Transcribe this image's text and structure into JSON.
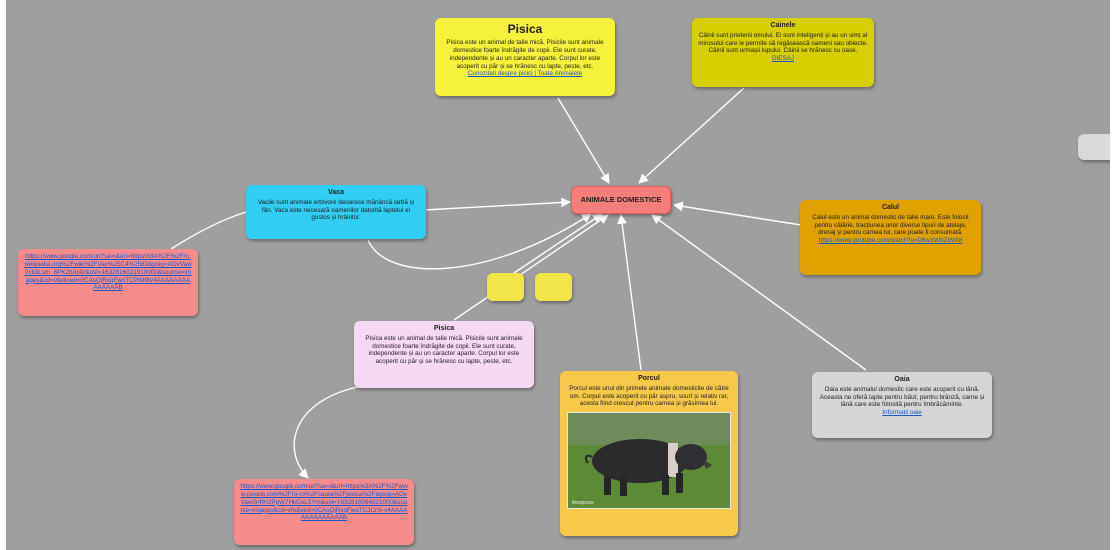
{
  "colors": {
    "canvas": "#9f9f9f",
    "pisica_top": "#f6f13a",
    "cainele": "#d8cf00",
    "vaca": "#31cdf3",
    "center": "#f47e7a",
    "calul": "#e0a200",
    "pink_link": "#f58b8b",
    "pisica_lower": "#f6d9f4",
    "porcul": "#f7c94a",
    "oaia": "#d6d6d6",
    "small_yellow": "#f1e54a"
  },
  "center": {
    "label": "ANIMALE DOMESTICE"
  },
  "pisica_top": {
    "title": "Pisica",
    "text": "Pisica este un animal de talie mică. Pisicile sunt animale domestice foarte îndrăgite de copii. Ele sunt curate, independente și au un caracter aparte. Corpul lor este acoperit cu păr și se hrănesc cu lapte, peste, etc.",
    "link": "Curiozitati despre pisici | Toate Animalele"
  },
  "cainele": {
    "title": "Cainele",
    "text": "Câinii sunt prietenii omului. Ei sunt inteligenți și au un simț al mirosului care le permite să regăsească oameni sau obiecte. Câinii sunt urmașii lupului. Câinii se hrănesc cu oase.",
    "link": "DIESAJ"
  },
  "vaca": {
    "title": "Vaca",
    "text": "Vacile sunt animale erbivore deoarece mănâncă iarbă și fân. Vaca este necesară oamenilor datorită laptelui ei gustos și hrănitor."
  },
  "calul": {
    "title": "Calul",
    "text": "Calul este un animal domestic de talie mare. Este folosit pentru călărie, tracțiunea unor diverse tipuri de atelaje, dresaj și pentru carnea lui, care poate fi consumată.",
    "link": "https://www.youtube.com/watch?v=D6wXWbZbWI8"
  },
  "pink_left": {
    "link": "https://www.google.com/url?sa=i&url=https%3A%2F%2Fro.wikipedia.org%2Fwiki%2FVac%25C4%2583&psig=AOvVaw0xIi3Lsm_6PK2hAr4z&ust=1632816021910000&source=images&cd=vfe&ved=0CAsQjRxqFwoTCPiM9tv4AAAAAAAAAAAAAAB"
  },
  "pisica_lower": {
    "title": "Pisica",
    "text": "Pisica este un animal de talie mică. Pisicile sunt animale domestice foarte îndrăgite de copii. Ele sunt curate, independente și au un caracter aparte. Corpul lor este acoperit cu păr și se hrănesc cu lapte, peste, etc."
  },
  "pink_bottom": {
    "link": "https://www.google.com/url?sa=i&url=https%3A%2F%2Fwww.pexels.com%2Fro-ro%2Fcauta%2Fpisica%2F&psig=AOvVaw0r4fH2PpW7HkGxL5Ym&ust=1632816064021000&source=images&cd=vfe&ved=0CAsQjRxqFwoTCJCn5-v4AAAAAAAAAAAAAAB"
  },
  "porcul": {
    "title": "Porcul",
    "text": "Porcul este unul din primele animale domesticite de către om. Corpul este acoperit cu păr aspru, scurt și relativ rar, acesta fiind crescut pentru carnea și grăsimea lui.",
    "photo_credit": "thespruce"
  },
  "oaia": {
    "title": "Oaia",
    "text": "Oaia este animalul domestic care este acoperit cu lână. Aceasta ne oferă lapte pentru băut, pentru brânză, carne și lână care este folosită pentru îmbrăcăminte.",
    "link": "Informații oaie"
  },
  "icons": {
    "pig": "pig-photo-icon",
    "arrow": "arrow-head-icon"
  }
}
